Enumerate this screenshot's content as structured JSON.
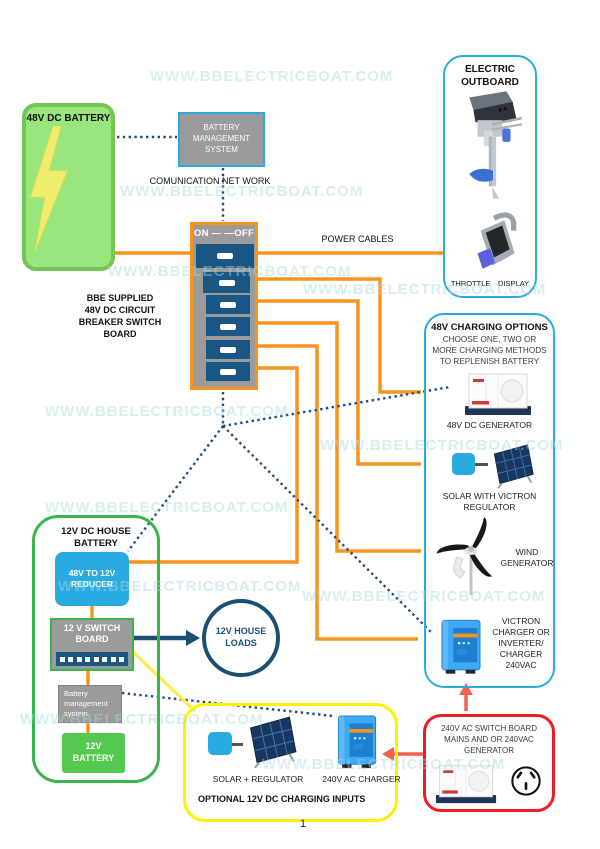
{
  "page": {
    "number": "1",
    "watermark": "WWW.BBELECTRICBOAT.COM"
  },
  "colors": {
    "cable_orange": "#F7941E",
    "comm_network_navy": "#1E4E7C",
    "accent_blue": "#29ABE2",
    "green": "#39B54A",
    "battery48_green": "#98E67D",
    "battery12_green": "#55C84F",
    "switch_row_navy": "#1A5684",
    "box_gray": "#9B9B9B",
    "yellow": "#FFF200",
    "red": "#E81E25",
    "arrow_red": "#F4604F",
    "victron_blue": "#3FA9F5",
    "loads_navy": "#1B4F72"
  },
  "battery48": {
    "label": "48V DC BATTERY"
  },
  "bms48": {
    "label": "BATTERY\nMANAGEMENT\nSYSTEM"
  },
  "labels": {
    "comm_network": "COMUNICATION NET WORK",
    "power_cables": "POWER CABLES"
  },
  "breaker": {
    "switch_header": "ON — —OFF",
    "caption_line1": "BBE SUPPLIED",
    "caption_rest": "48V DC CIRCUIT\nBREAKER SWITCH\nBOARD"
  },
  "outboard": {
    "title": "ELECTRIC\nOUTBOARD",
    "throttle": "THROTTLE",
    "display": "DISPLAY"
  },
  "charging48": {
    "title": "48V CHARGING OPTIONS",
    "subtitle": "CHOOSE  ONE, TWO OR\nMORE CHARGING METHODS\nTO REPLENISH BATTERY",
    "generator_label": "48V DC GENERATOR",
    "solar_label": "SOLAR WITH VICTRON\nREGULATOR",
    "wind_label": "WIND\nGENERATOR",
    "victron_label": "VICTRON\nCHARGER OR\nINVERTER/\nCHARGER\n240VAC"
  },
  "house12": {
    "title": "12V DC HOUSE\nBATTERY",
    "reducer": "48V TO 12V\nREDUCER",
    "switchboard": "12 V SWITCH\nBOARD",
    "bms": "Battery\nmanagement\nsystem",
    "battery": "12V\nBATTERY"
  },
  "loads": {
    "label": "12V HOUSE\nLOADS"
  },
  "optional12": {
    "title": "OPTIONAL 12V DC CHARGING INPUTS",
    "solar": "SOLAR  + REGULATOR",
    "charger": "240V AC CHARGER"
  },
  "acboard": {
    "label": "240V AC SWITCH BOARD\nMAINS AND OR 240VAC\nGENERATOR"
  }
}
